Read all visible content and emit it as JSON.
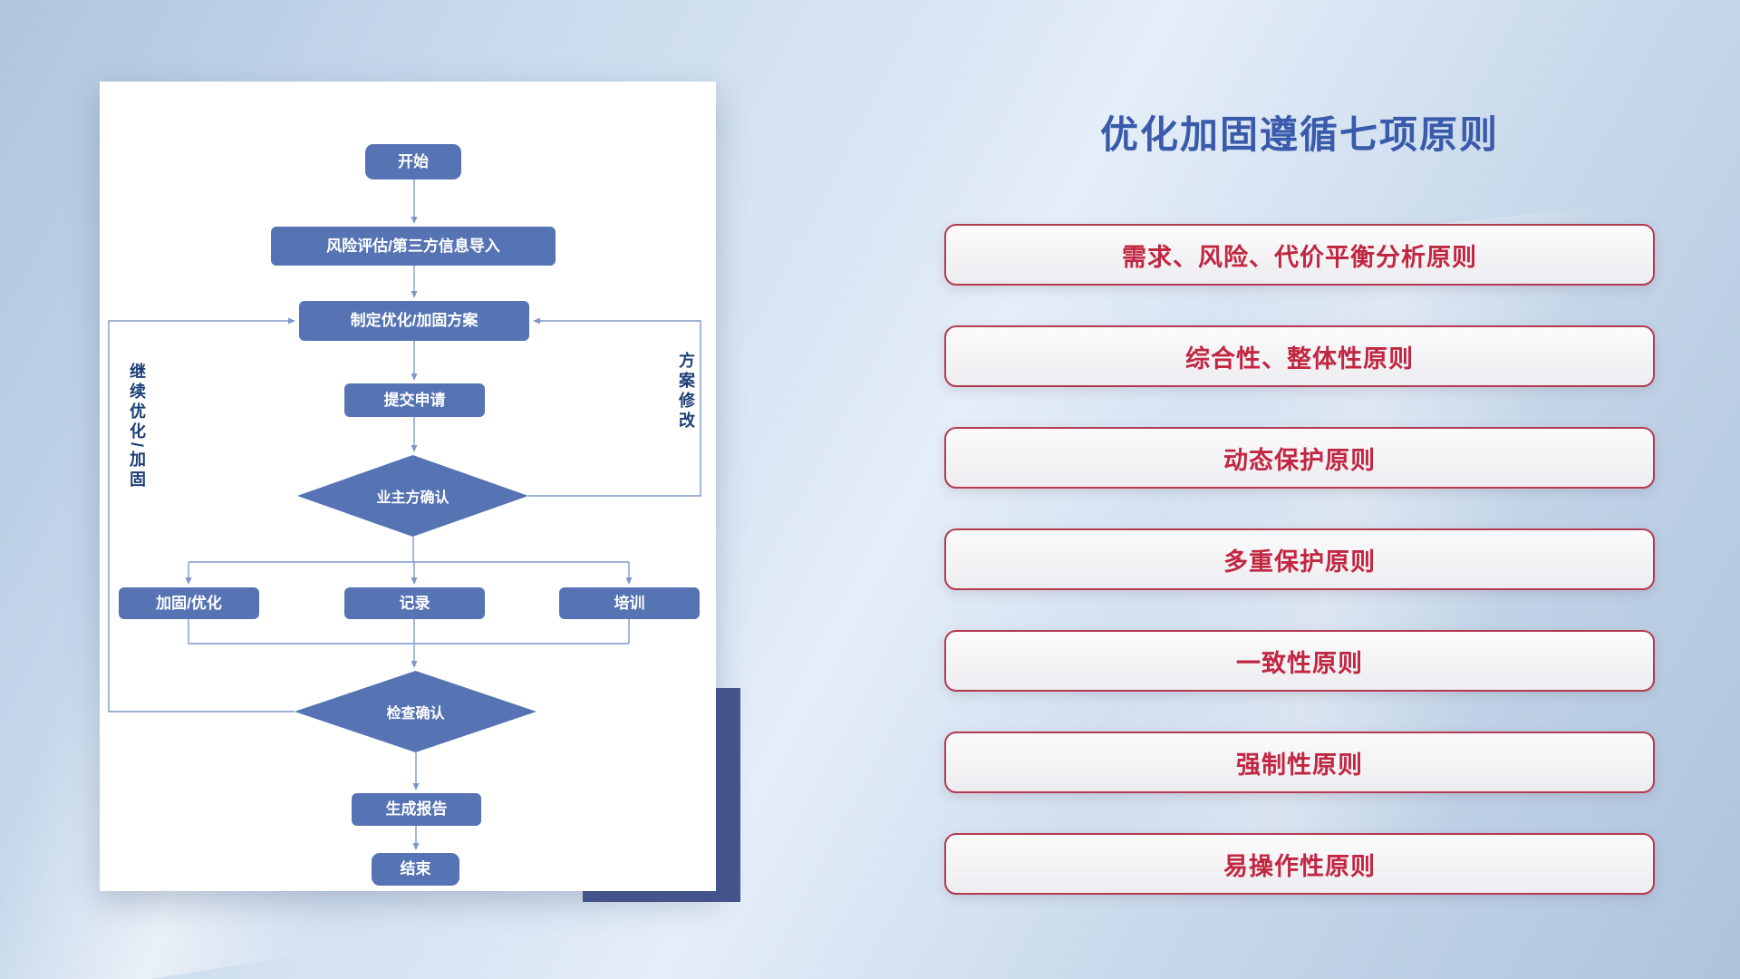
{
  "flowchart": {
    "nodes": {
      "start": "开始",
      "risk": "风险评估/第三方信息导入",
      "plan": "制定优化/加固方案",
      "submit": "提交申请",
      "owner_confirm": "业主方确认",
      "reinforce": "加固/优化",
      "record": "记录",
      "training": "培训",
      "check_confirm": "检查确认",
      "report": "生成报告",
      "end": "结束"
    },
    "side_labels": {
      "left": "继续优化/加固",
      "right": "方案修改"
    },
    "colors": {
      "node_fill": "#5673b4",
      "node_text": "#ffffff",
      "connector": "#7d99c9",
      "side_label_text": "#1c3f77",
      "card_background": "#ffffff",
      "shadow_block": "#46558e"
    }
  },
  "principles_panel": {
    "title": "优化加固遵循七项原则",
    "items": [
      "需求、风险、代价平衡分析原则",
      "综合性、整体性原则",
      "动态保护原则",
      "多重保护原则",
      "一致性原则",
      "强制性原则",
      "易操作性原则"
    ],
    "colors": {
      "title_text": "#3a5aab",
      "item_text": "#c22742",
      "item_border": "#b43a52",
      "item_background": "#f3f3f6"
    }
  },
  "background": {
    "base_colors": [
      "#aec6de",
      "#dbe7f4",
      "#e4eef8",
      "#adc4dc"
    ]
  }
}
